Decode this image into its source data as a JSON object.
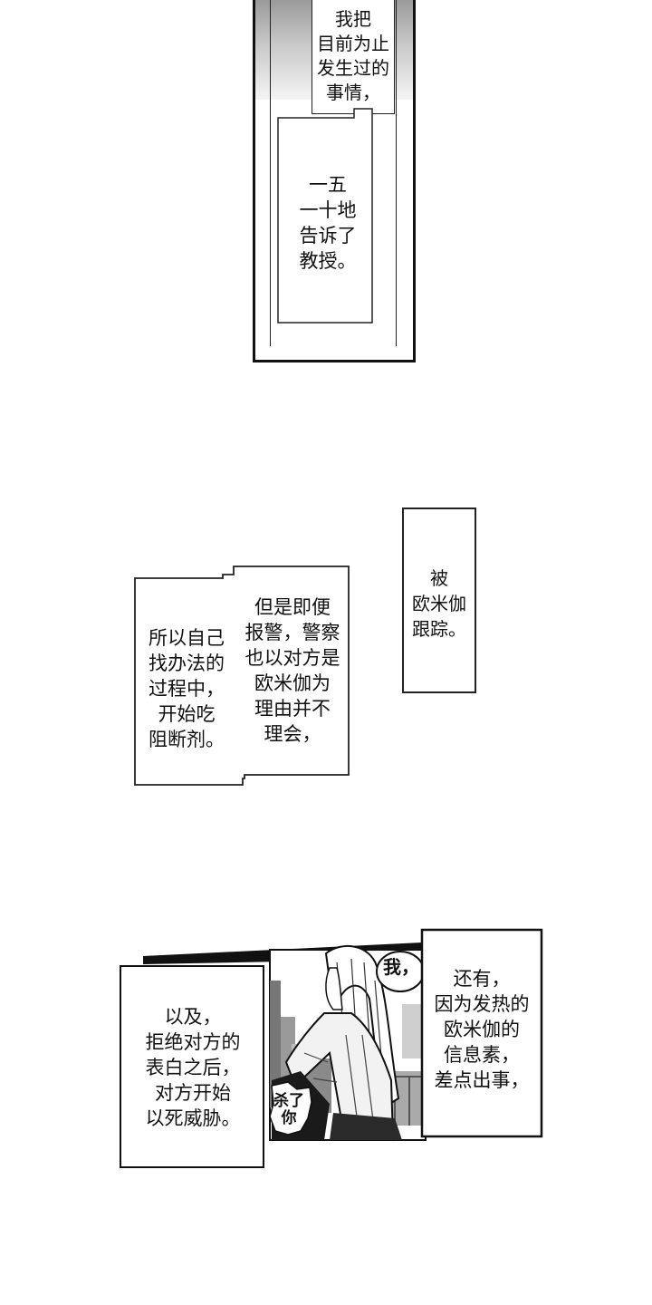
{
  "panel_1": {
    "caption_1": "我把\n目前为止\n发生过的\n事情，",
    "caption_2": "一五\n一十地\n告诉了\n教授。"
  },
  "panel_2": {
    "caption_left": "所以自己\n找办法的\n过程中，\n开始吃\n阻断剂。",
    "caption_middle": "但是即便\n报警，警察\n也以对方是\n欧米伽为\n理由并不\n理会，",
    "caption_right": "被\n欧米伽\n跟踪。"
  },
  "panel_3": {
    "caption_left": "以及，\n拒绝对方的\n表白之后，\n对方开始\n以死威胁。",
    "caption_right": "还有，\n因为发热的\n欧米伽的\n信息素，\n差点出事，",
    "bubble_top": "我，",
    "bubble_bottom": "杀了\n你"
  },
  "colors": {
    "ink": "#111111",
    "paper": "#ffffff"
  }
}
